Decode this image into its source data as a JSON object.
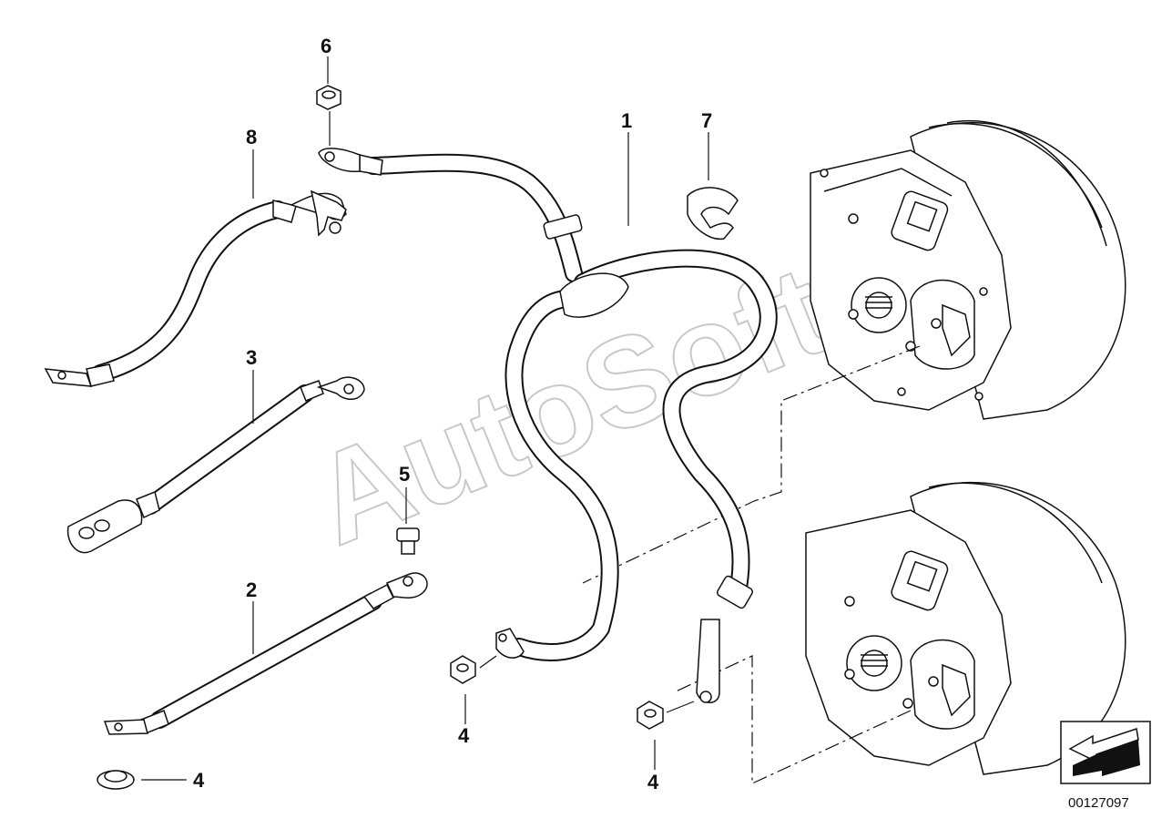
{
  "diagram": {
    "watermark": "AutoSoft",
    "catalog_number": "00127097",
    "callouts": [
      {
        "id": "c1",
        "label": "1"
      },
      {
        "id": "c2",
        "label": "2"
      },
      {
        "id": "c3",
        "label": "3"
      },
      {
        "id": "c4a",
        "label": "4"
      },
      {
        "id": "c4b",
        "label": "4"
      },
      {
        "id": "c4c",
        "label": "4"
      },
      {
        "id": "c5",
        "label": "5"
      },
      {
        "id": "c6",
        "label": "6"
      },
      {
        "id": "c7",
        "label": "7"
      },
      {
        "id": "c8",
        "label": "8"
      }
    ]
  }
}
